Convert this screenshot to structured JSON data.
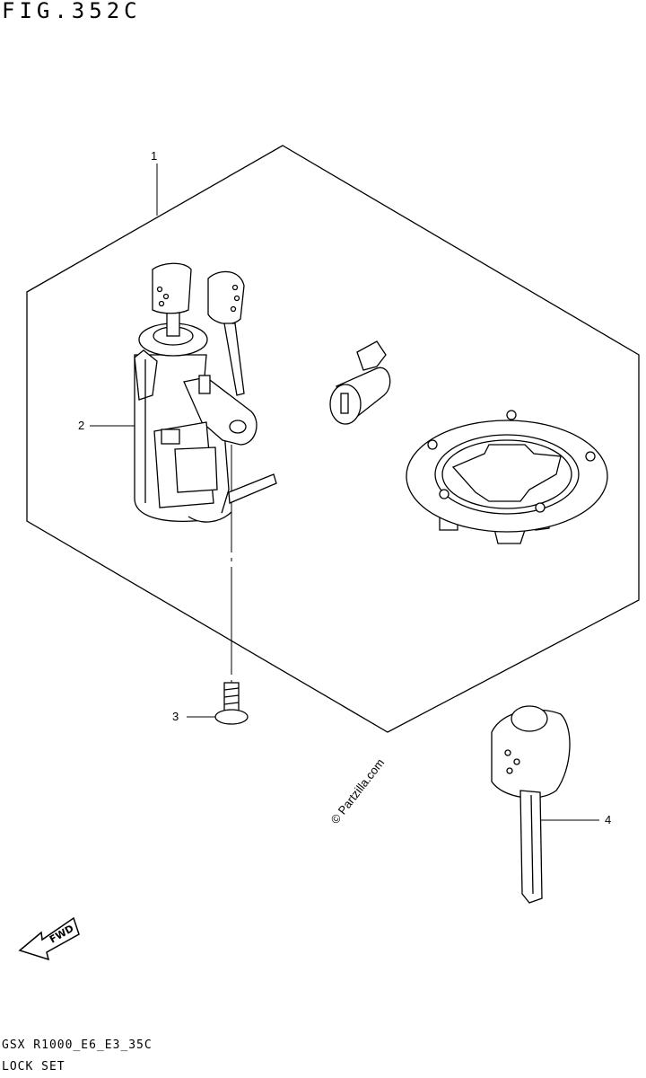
{
  "figure": {
    "title": "FIG.352C",
    "code": "GSX R1000_E6_E3_35C",
    "name": "LOCK SET"
  },
  "callouts": [
    "1",
    "2",
    "3",
    "4"
  ],
  "watermark": "© Partzilla.com",
  "direction_label": "FWD"
}
